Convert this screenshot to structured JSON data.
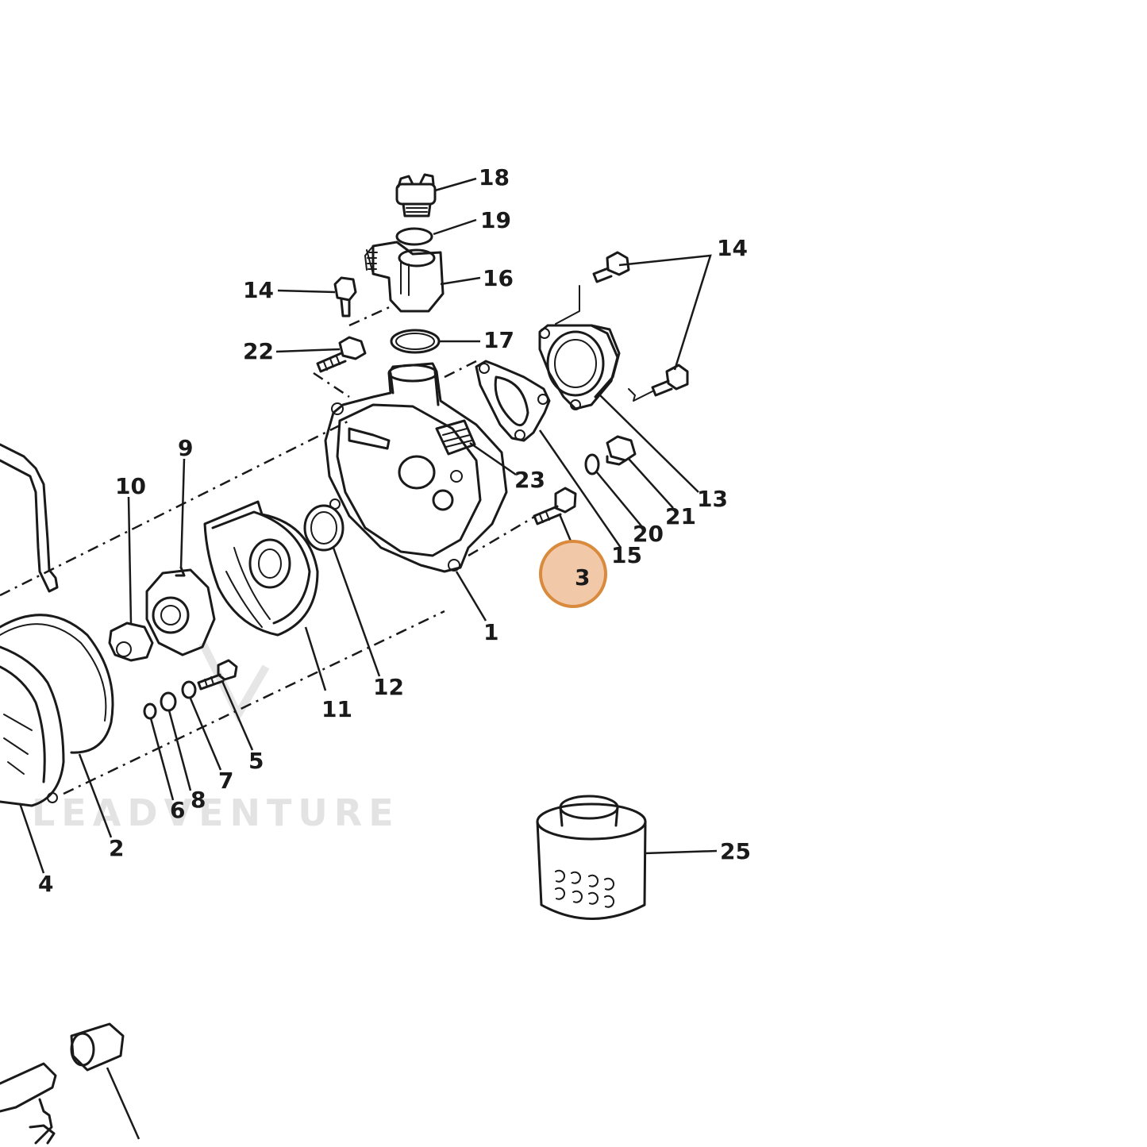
{
  "watermark": {
    "text": "LEADVENTURE",
    "color": "#e3e3e3"
  },
  "highlight": {
    "part": "3",
    "fill": "#f2c9a8",
    "stroke": "#d98a3c"
  },
  "labels": {
    "p1": "1",
    "p2": "2",
    "p3": "3",
    "p4": "4",
    "p5": "5",
    "p6": "6",
    "p7": "7",
    "p8": "8",
    "p9": "9",
    "p10": "10",
    "p11": "11",
    "p12": "12",
    "p13": "13",
    "p14a": "14",
    "p14b": "14",
    "p15": "15",
    "p16": "16",
    "p17": "17",
    "p18": "18",
    "p19": "19",
    "p20": "20",
    "p21": "21",
    "p22": "22",
    "p23": "23",
    "p25": "25"
  }
}
